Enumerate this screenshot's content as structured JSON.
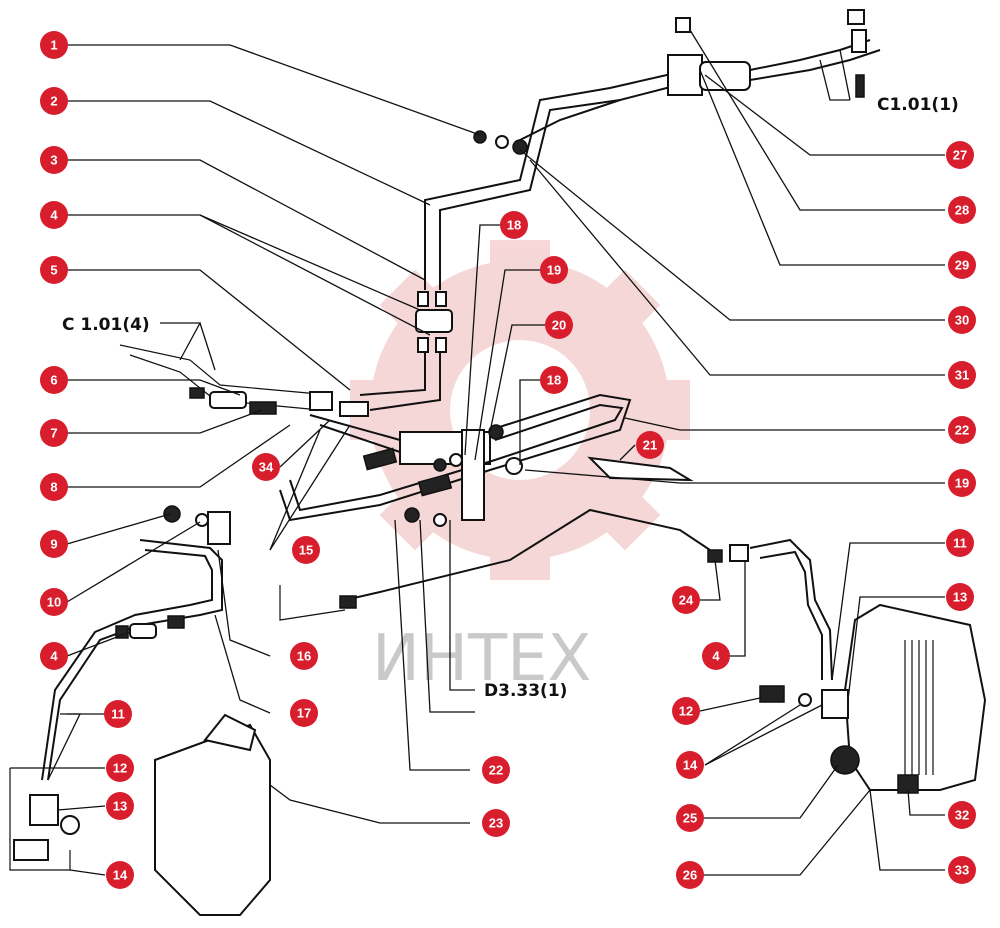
{
  "watermark": {
    "text": "ИНТЕХ",
    "gear_color": "#f6d3d3"
  },
  "callout_color": "#d81e2c",
  "references": {
    "c101_1": "C1.01(1)",
    "c101_4": "C 1.01(4)",
    "d333_1": "D3.33(1)"
  },
  "callouts": {
    "c1": "1",
    "c2": "2",
    "c3": "3",
    "c4a": "4",
    "c5": "5",
    "c6": "6",
    "c7": "7",
    "c8": "8",
    "c9": "9",
    "c10": "10",
    "c4b": "4",
    "c11a": "11",
    "c12a": "12",
    "c13a": "13",
    "c14a": "14",
    "c18a": "18",
    "c19a": "19",
    "c20": "20",
    "c18b": "18",
    "c34": "34",
    "c15": "15",
    "c16": "16",
    "c17": "17",
    "c22a": "22",
    "c23": "23",
    "c27": "27",
    "c28": "28",
    "c29": "29",
    "c30": "30",
    "c31": "31",
    "c22b": "22",
    "c21": "21",
    "c19b": "19",
    "c11b": "11",
    "c13b": "13",
    "c24": "24",
    "c4c": "4",
    "c12b": "12",
    "c14b": "14",
    "c25": "25",
    "c26": "26",
    "c32": "32",
    "c33": "33"
  }
}
